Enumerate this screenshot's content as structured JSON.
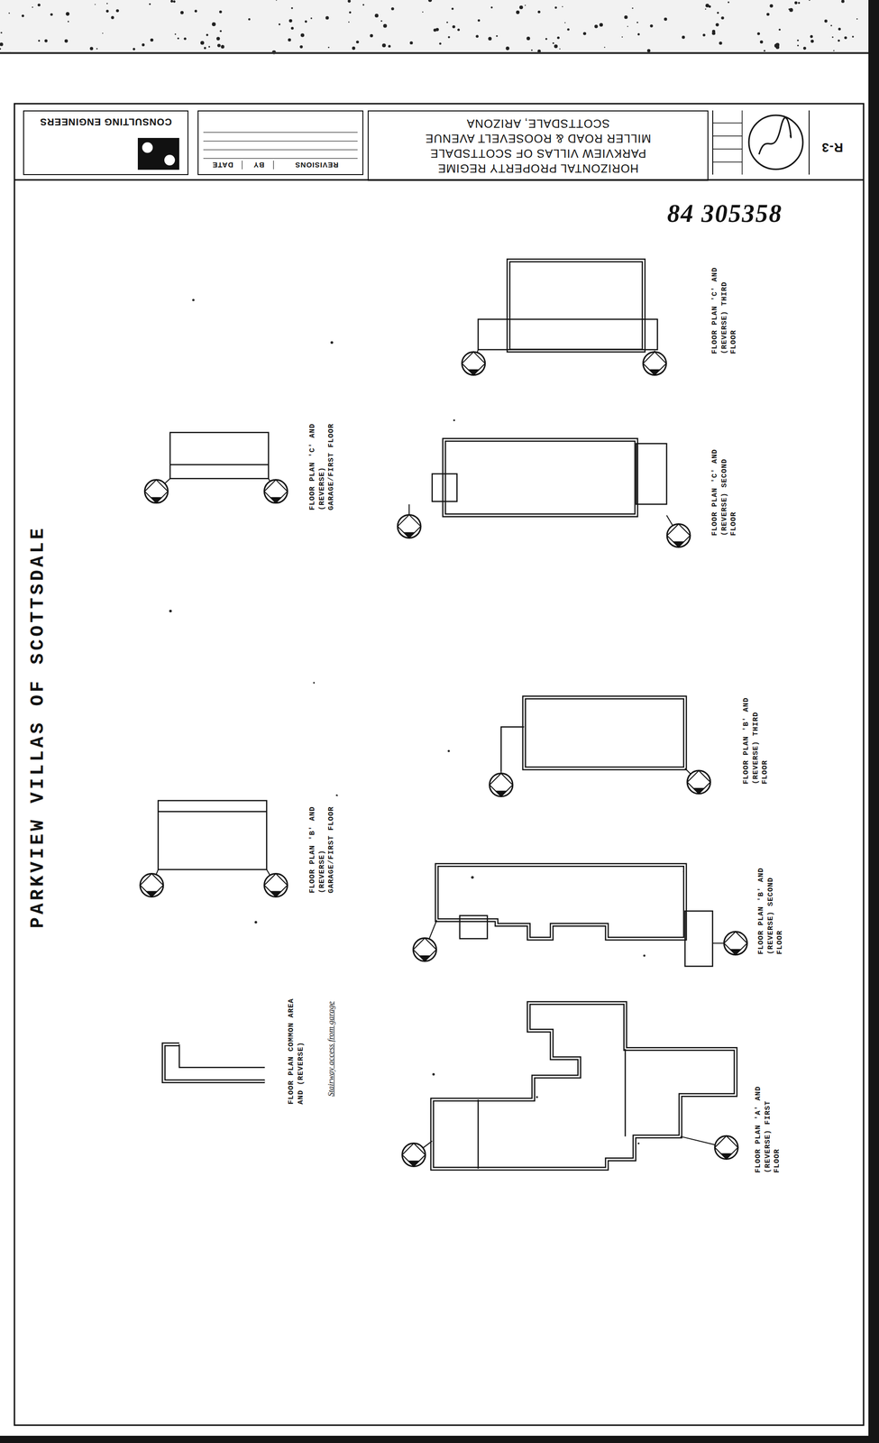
{
  "diagram": {
    "title": "PARKVIEW VILLAS OF SCOTTSDALE",
    "nodes": [
      {
        "text": [
          "HORIZONTAL PROPERTY REGIME",
          "PARKVIEW VILLAS OF SCOTTSDALE",
          "MILLER ROAD & ROOSEVELT AVENUE",
          "SCOTTSDALE, ARIZONA"
        ]
      },
      {
        "text": [
          "CONSULTING ENGINEERS"
        ]
      },
      {
        "text": [
          "REVISIONS",
          "BY",
          "DATE"
        ]
      }
    ],
    "labels": [
      "84 305358",
      "FLOOR PLAN 'C' AND (REVERSE) THIRD FLOOR",
      "FLOOR PLAN 'C' AND (REVERSE) SECOND FLOOR",
      "FLOOR PLAN 'C' AND (REVERSE) GARAGE/FIRST FLOOR",
      "FLOOR PLAN 'B' AND (REVERSE) THIRD FLOOR",
      "FLOOR PLAN 'B' AND (REVERSE) SECOND FLOOR",
      "FLOOR PLAN 'B' AND (REVERSE) GARAGE/FIRST FLOOR",
      "FLOOR PLAN COMMON AREA AND (REVERSE)",
      "Stairway access from garage",
      "FLOOR PLAN 'A' AND (REVERSE) FIRST FLOOR",
      "R-3"
    ]
  }
}
